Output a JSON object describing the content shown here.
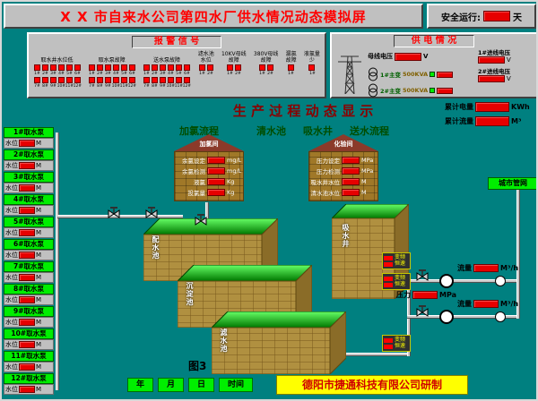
{
  "title": {
    "text": "X X 市自来水公司第四水厂供水情况动态模拟屏",
    "safety_label": "安全运行:",
    "safety_unit": "天"
  },
  "alarm": {
    "title": "报 警 信 号",
    "groups": [
      {
        "label": "取水井水位低",
        "indicators": [
          "1#",
          "2#",
          "3#",
          "4#",
          "5#",
          "6#",
          "7#",
          "8#",
          "9#",
          "10#",
          "11#",
          "12#"
        ]
      },
      {
        "label": "取水泵故障",
        "indicators": [
          "1#",
          "2#",
          "3#",
          "4#",
          "5#",
          "6#",
          "7#",
          "8#",
          "9#",
          "10#",
          "11#",
          "12#"
        ]
      },
      {
        "label": "送水泵故障",
        "indicators": [
          "1#",
          "2#",
          "3#",
          "4#",
          "5#",
          "6#",
          "7#",
          "8#",
          "9#",
          "10#",
          "11#",
          "12#"
        ]
      },
      {
        "label": "滤水池\n水位",
        "indicators": [
          "1#",
          "2#"
        ]
      },
      {
        "label": "10KV母线\n故障",
        "indicators": [
          "1#",
          "2#"
        ]
      },
      {
        "label": "380V母线\n故障",
        "indicators": [
          "1#",
          "2#"
        ]
      },
      {
        "label": "漏氯\n故障",
        "indicators": [
          "1#"
        ]
      },
      {
        "label": "液氯量\n少",
        "indicators": [
          "1#"
        ]
      }
    ]
  },
  "power": {
    "title": "供 电 情 况",
    "bus": {
      "label": "母线电压",
      "unit": "V"
    },
    "transformers": [
      {
        "name": "1#主变",
        "capacity": "500KVA"
      },
      {
        "name": "2#主变",
        "capacity": "500KVA"
      }
    ],
    "incoming": [
      {
        "label": "1#进线电压",
        "unit": "V"
      },
      {
        "label": "2#进线电压",
        "unit": "V"
      }
    ]
  },
  "totals": {
    "energy_label": "累计电量",
    "energy_unit": "KWh",
    "flow_label": "累计流量",
    "flow_unit": "M³"
  },
  "process": {
    "title": "生 产 过 程 动 态 显 示",
    "stages": [
      "加氯流程",
      "清水池",
      "吸水井",
      "送水流程"
    ]
  },
  "chlorine_room": {
    "name": "加氯间",
    "rows": [
      {
        "label": "余氯设定",
        "unit": "mg/L"
      },
      {
        "label": "余氯检测",
        "unit": "mg/L"
      },
      {
        "label": "液氯",
        "unit": "Kg"
      },
      {
        "label": "投氯量",
        "unit": "Kg"
      }
    ]
  },
  "lab_room": {
    "name": "化验间",
    "rows": [
      {
        "label": "压力设定",
        "unit": "MPa"
      },
      {
        "label": "压力检测",
        "unit": "MPa"
      },
      {
        "label": "吸水井水位",
        "unit": "M"
      },
      {
        "label": "清水池水位",
        "unit": "M"
      }
    ]
  },
  "pumps": {
    "level_label": "水位",
    "level_unit": "M",
    "units": [
      {
        "name": "1#取水泵"
      },
      {
        "name": "2#取水泵"
      },
      {
        "name": "3#取水泵"
      },
      {
        "name": "4#取水泵"
      },
      {
        "name": "5#取水泵"
      },
      {
        "name": "6#取水泵"
      },
      {
        "name": "7#取水泵"
      },
      {
        "name": "8#取水泵"
      },
      {
        "name": "9#取水泵"
      },
      {
        "name": "10#取水泵"
      },
      {
        "name": "11#取水泵"
      },
      {
        "name": "12#取水泵"
      }
    ]
  },
  "tanks": [
    {
      "name": "配水池"
    },
    {
      "name": "沉淀池"
    },
    {
      "name": "滤水池"
    },
    {
      "name": "吸水井"
    }
  ],
  "outputs": {
    "pressure_label": "压力",
    "pressure_unit": "MPa",
    "flow_label": "流量",
    "flow_unit": "M³/h",
    "network_label": "城市管网",
    "pump_mode": [
      {
        "label": "变频"
      },
      {
        "label": "恒速"
      }
    ]
  },
  "footer": {
    "figure_label": "图3",
    "date_fields": [
      "年",
      "月",
      "日",
      "时间"
    ],
    "company": "德阳市捷通科技有限公司研制"
  },
  "colors": {
    "background": "#008080",
    "panel": "#C0C0C0",
    "alarm_red": "#FF0000",
    "display_red": "#E60000",
    "label_green": "#00EE00",
    "title_red": "#FF0000",
    "process_title": "#8B0000",
    "company_bg": "#FFFF00"
  }
}
